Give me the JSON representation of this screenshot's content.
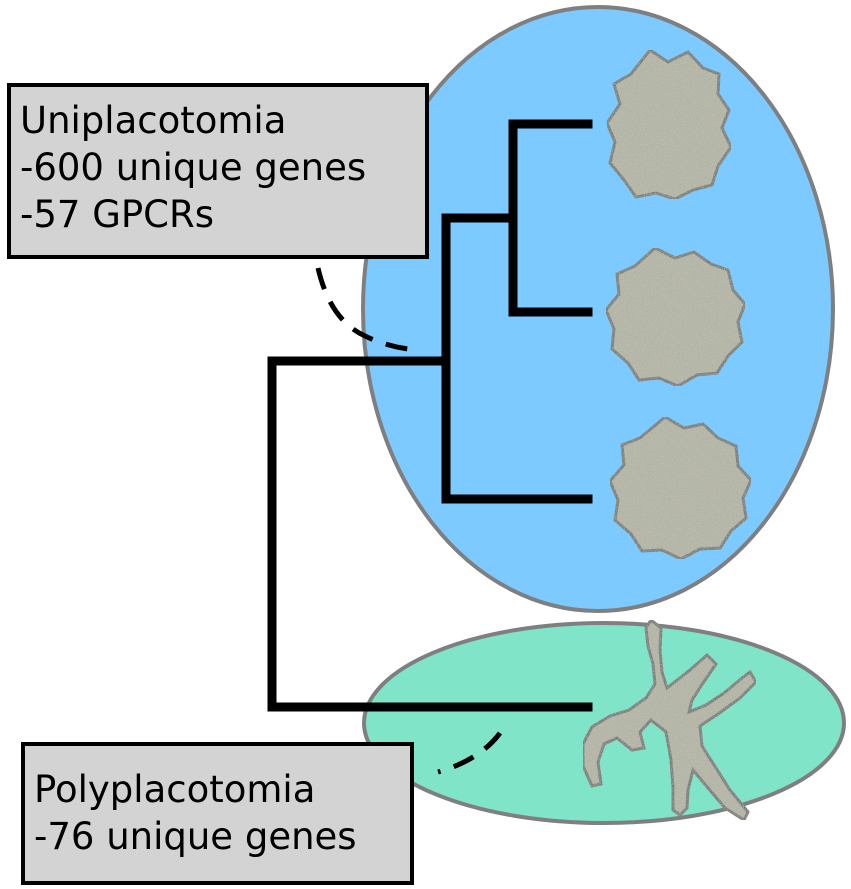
{
  "colors": {
    "blue_ellipse": "#7ccaff",
    "green_ellipse": "#80e4c8",
    "ellipse_outline": "#7f7f7f",
    "organism_fill": "#b4b4a8",
    "organism_texture": "#8fa873",
    "label_fill": "#d3d3d3",
    "line": "#000000"
  },
  "groups": [
    {
      "id": "uniplacotomia",
      "title": "Uniplacotomia",
      "facts": [
        "-600 unique genes",
        "-57 GPCRs"
      ]
    },
    {
      "id": "polyplacotomia",
      "title": "Polyplacotomia",
      "facts": [
        "-76 unique genes"
      ]
    }
  ],
  "icons": [
    "round-placozoan-icon",
    "round-placozoan-icon",
    "round-placozoan-icon",
    "branching-placozoan-icon"
  ]
}
